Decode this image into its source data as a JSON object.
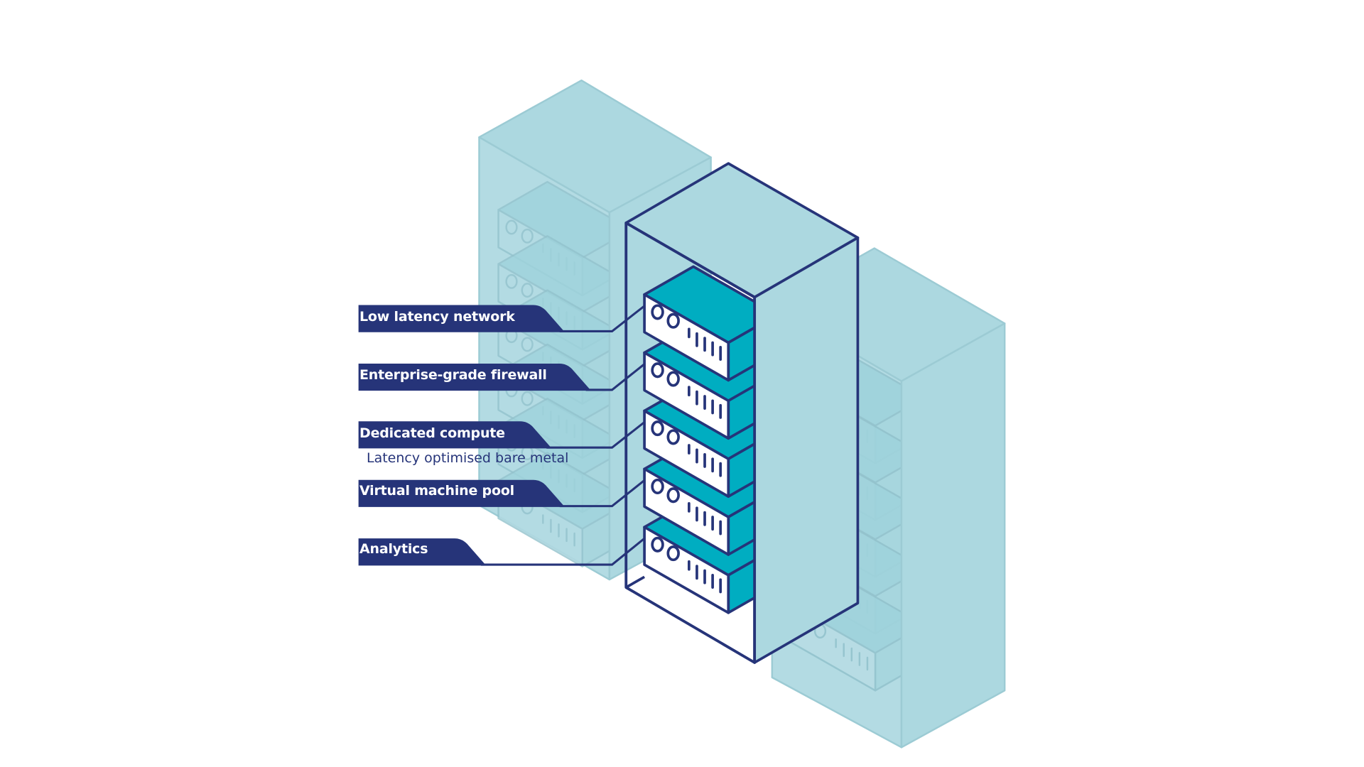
{
  "labels": [
    {
      "title": "Low latency network"
    },
    {
      "title": "Enterprise-grade firewall"
    },
    {
      "title": "Dedicated compute",
      "subtitle": "Latency optimised bare metal"
    },
    {
      "title": "Virtual machine pool"
    },
    {
      "title": "Analytics"
    }
  ],
  "colors": {
    "navy": "#263479",
    "teal": "#00adc1",
    "faded": "#aed8e0",
    "white": "#ffffff"
  }
}
